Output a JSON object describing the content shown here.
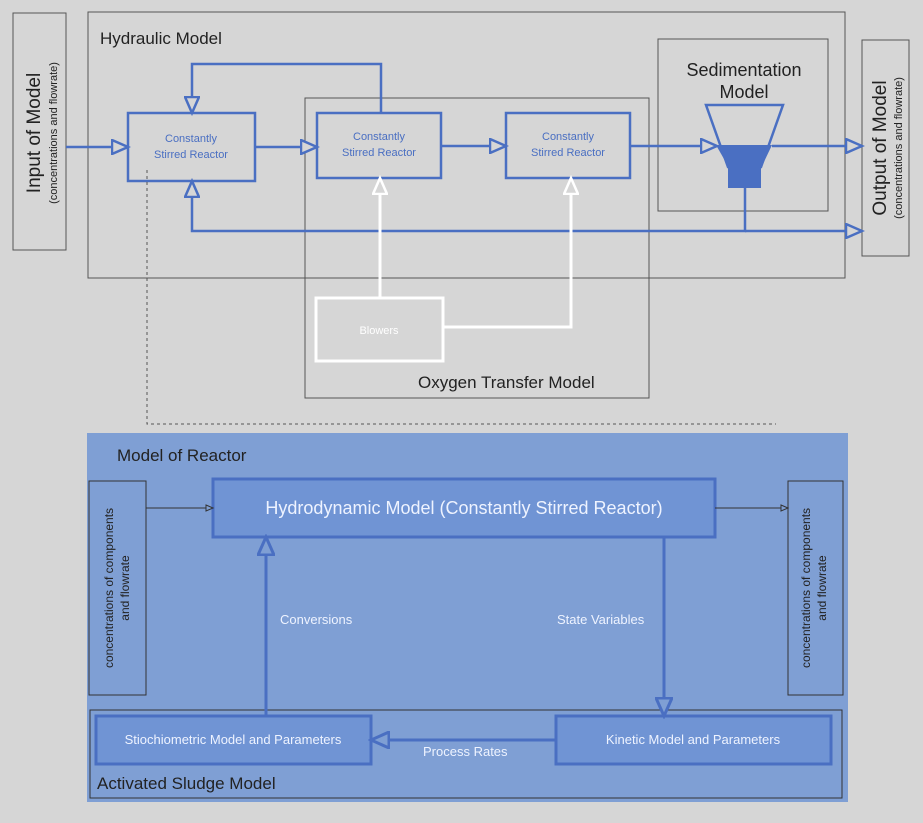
{
  "colors": {
    "background": "#d6d6d6",
    "accent": "#4a6fc2",
    "panel_fill": "#7f9fd4",
    "box_fill": "#7094d4",
    "box_text": "#eef3ff",
    "dark_text": "#222222",
    "white": "#ffffff"
  },
  "input_model": {
    "title": "Input of Model",
    "subtitle": "(concentrations and flowrate)"
  },
  "output_model": {
    "title": "Output of Model",
    "subtitle": "(concentrations and flowrate)"
  },
  "hydraulic_model": {
    "label": "Hydraulic Model"
  },
  "sedimentation_model": {
    "line1": "Sedimentation",
    "line2": "Model"
  },
  "oxygen_transfer_model": {
    "label": "Oxygen Transfer Model"
  },
  "reactors": [
    {
      "line1": "Constantly",
      "line2": "Stirred Reactor"
    },
    {
      "line1": "Constantly",
      "line2": "Stirred Reactor"
    },
    {
      "line1": "Constantly",
      "line2": "Stirred Reactor"
    }
  ],
  "blowers": {
    "label": "Blowers"
  },
  "model_of_reactor": {
    "title": "Model of Reactor",
    "hydrodynamic_model": "Hydrodynamic Model (Constantly Stirred Reactor)",
    "left_io": {
      "line1": "concentrations of components",
      "line2": "and flowrate"
    },
    "right_io": {
      "line1": "concentrations of components",
      "line2": "and flowrate"
    },
    "conversions": "Conversions",
    "state_variables": "State Variables",
    "process_rates": "Process Rates",
    "stoichiometric_model": "Stiochiometric Model and Parameters",
    "kinetic_model": "Kinetic Model and Parameters",
    "activated_sludge_model": "Activated Sludge Model"
  }
}
